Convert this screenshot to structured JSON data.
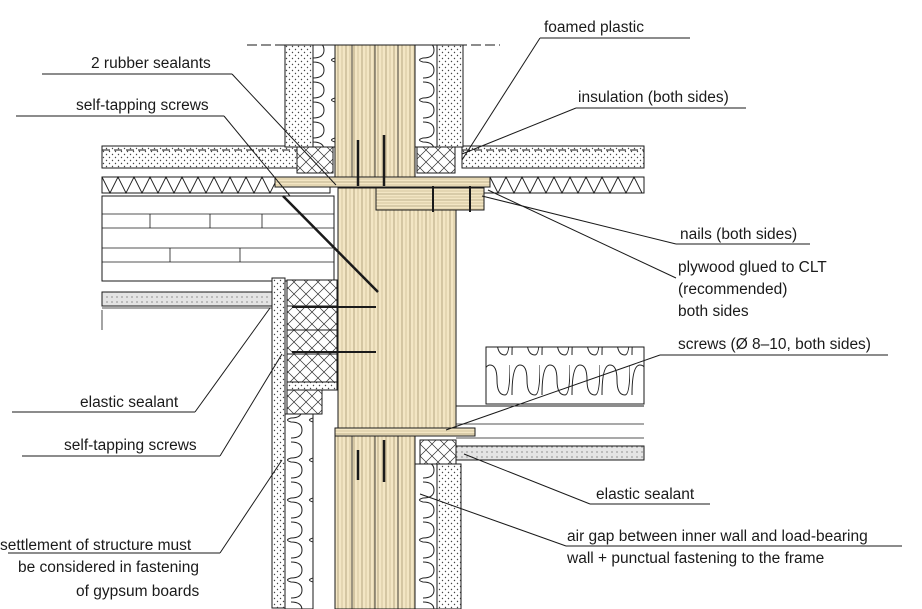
{
  "labels": {
    "foamed_plastic": "foamed plastic",
    "rubber_sealants": "2 rubber sealants",
    "insulation": "insulation (both sides)",
    "self_tapping_top": "self-tapping screws",
    "nails": "nails (both sides)",
    "plywood_1": "plywood glued to CLT",
    "plywood_2": "(recommended)",
    "plywood_3": "both sides",
    "screws": "screws (Ø 8–10, both sides)",
    "elastic_left": "elastic sealant",
    "self_tapping_bottom": "self-tapping screws",
    "elastic_right": "elastic sealant",
    "air_gap_1": "air gap between inner wall and load-bearing",
    "air_gap_2": "wall + punctual fastening to the frame",
    "settlement_1": "settlement of structure must",
    "settlement_2": "be considered in fastening",
    "settlement_3": "of gypsum boards"
  },
  "colors": {
    "timber": "#f3e6c4",
    "timber_dark": "#d8c596",
    "line": "#1a1a1a",
    "gypsum": "#d9d9d9"
  }
}
